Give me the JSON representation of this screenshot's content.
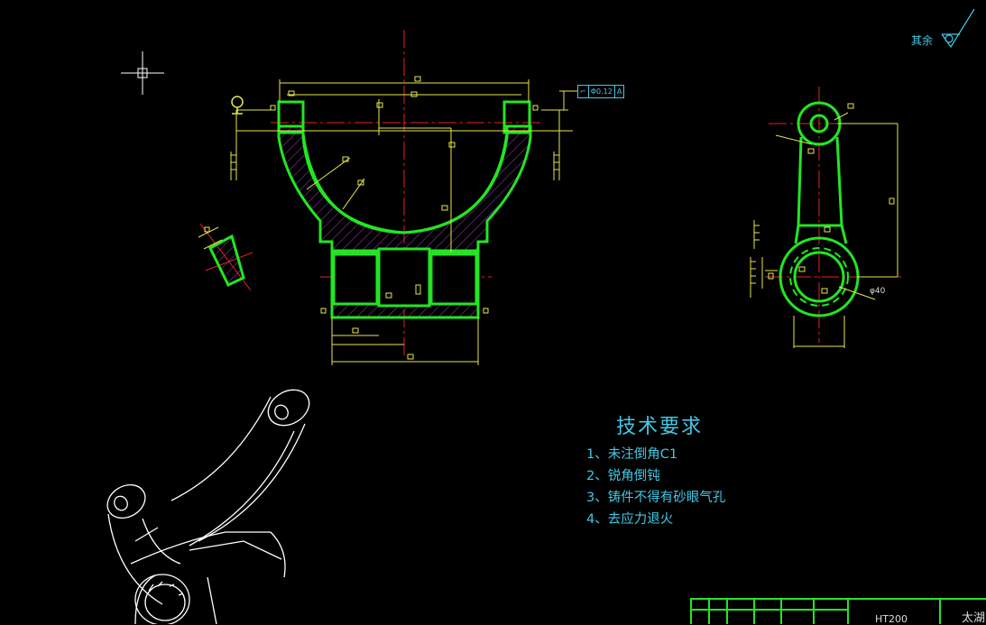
{
  "drawing": {
    "technical_requirements": {
      "title": "技术要求",
      "items": [
        "1、未注倒角C1",
        "2、锐角倒钝",
        "3、铸件不得有砂眼气孔",
        "4、去应力退火"
      ]
    },
    "surface_finish_note": "其余",
    "gdt_frame": {
      "symbol": "⌐",
      "tolerance": "Φ0.12",
      "datum": "A"
    },
    "side_view_diameter": "φ40",
    "title_block": {
      "material": "HT200",
      "company": "太湖"
    }
  },
  "colors": {
    "background": "#000000",
    "outline": "#22e622",
    "dimension": "#e6e64d",
    "center_line": "#e62222",
    "hatch": "#b432c8",
    "text": "#41c8e6",
    "iso_lines": "#ffffff"
  }
}
